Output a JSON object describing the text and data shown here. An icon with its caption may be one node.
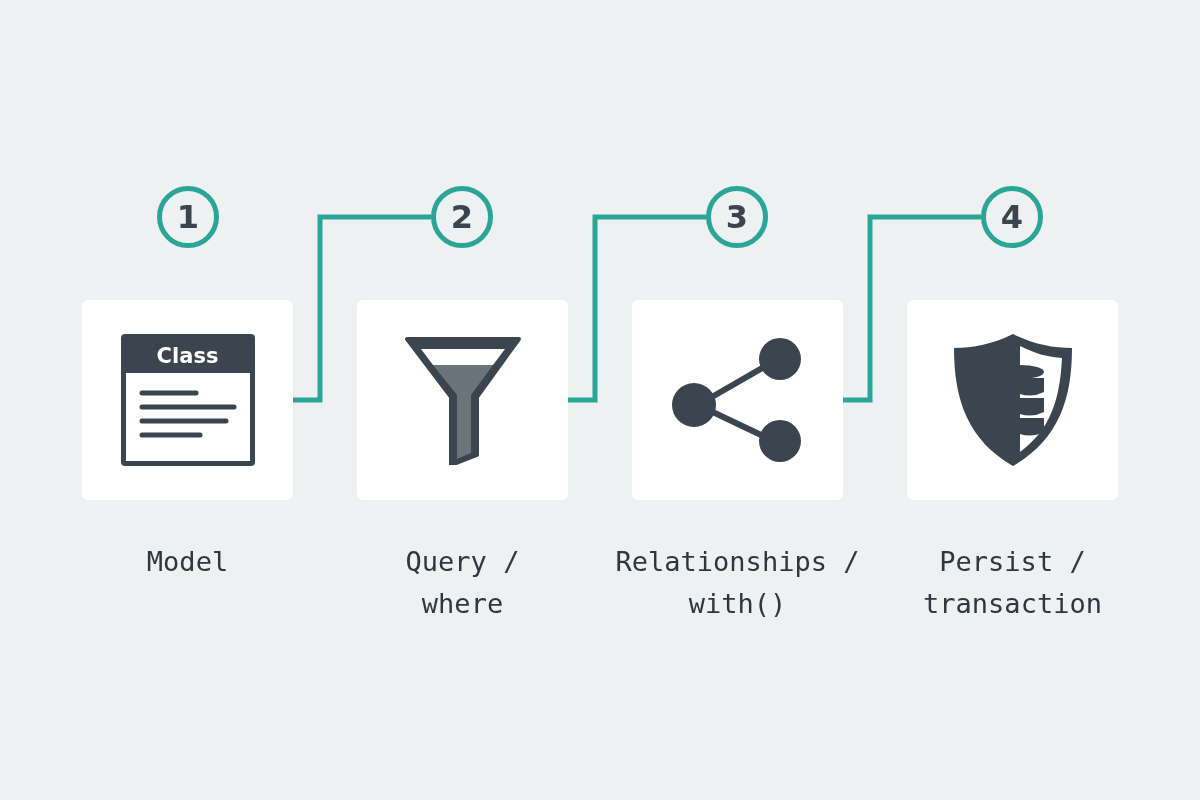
{
  "diagram": {
    "nodes": [
      {
        "text": [
          "1"
        ]
      },
      {
        "text": [
          "2"
        ]
      },
      {
        "text": [
          "3"
        ]
      },
      {
        "text": [
          "4"
        ]
      },
      {
        "text": [
          "Class"
        ],
        "beside": [
          "Model"
        ]
      },
      {
        "text": [],
        "shape": "box",
        "beside": [
          "Query / where"
        ]
      },
      {
        "text": [],
        "shape": "box",
        "beside": [
          "Relationships / with()"
        ]
      },
      {
        "text": [],
        "shape": "box",
        "beside": [
          "Persist / transaction"
        ]
      }
    ],
    "edges": [
      {
        "from": 4,
        "to": 1,
        "arrow": "none"
      },
      {
        "from": 5,
        "to": 2,
        "arrow": "none"
      },
      {
        "from": 6,
        "to": 3,
        "arrow": "none"
      }
    ]
  }
}
